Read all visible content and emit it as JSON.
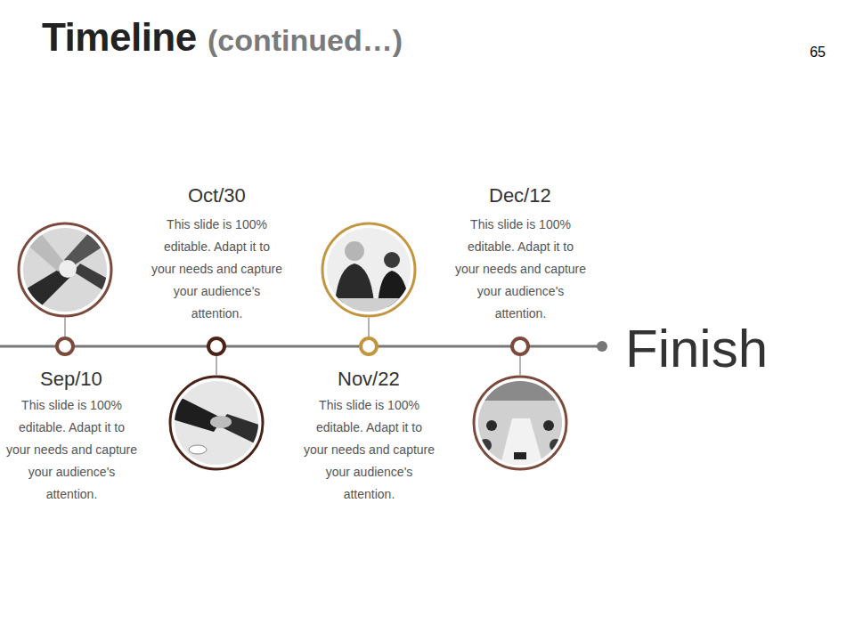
{
  "diagram": {
    "title": "Timeline",
    "labels": [
      "(continued…)",
      "65",
      "Sep/10",
      "This slide is 100% editable. Adapt it to your needs and capture your audience's attention.",
      "Oct/30",
      "This slide is 100% editable. Adapt it to your needs and capture your audience's attention.",
      "Nov/22",
      "This slide is 100% editable. Adapt it to your needs and capture your audience's attention.",
      "Dec/12",
      "This slide is 100% editable. Adapt it to your needs and capture your audience's attention.",
      "Finish"
    ]
  }
}
